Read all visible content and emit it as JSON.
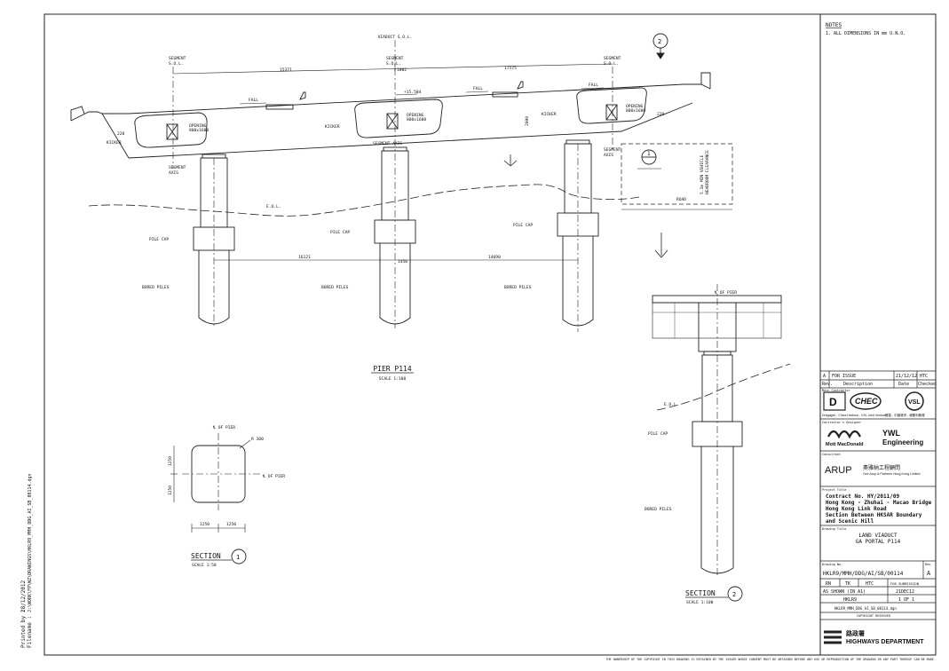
{
  "notes": {
    "title": "NOTES",
    "item1": "1. ALL DIMENSIONS IN mm U.N.O."
  },
  "main_view": {
    "viaduct_sol": "VIADUCT S.O.L.",
    "segment_sol_1": "SEGMENT",
    "segment_sol_2": "S.O.L.",
    "dim_15371": "15371",
    "dim_1802": "1802",
    "dim_17575": "17575",
    "dim_220": "220",
    "dim_2000": "2000",
    "level": "+15.584",
    "fall": "FALL",
    "kicker": "KICKER",
    "opening_1": "OPENING",
    "opening_2": "800x1600",
    "segment_axis": "SEGMENT AXIS",
    "segment_axis_1": "SEGMENT",
    "segment_axis_2": "AXIS",
    "eol": "E.O.L.",
    "pile_cap": "PILE CAP",
    "bored_piles": "BORED PILES",
    "dim_16121": "16121",
    "dim_1450": "1450",
    "dim_14690": "14690",
    "headroom_1": "5.1m MIN VEHICLE",
    "headroom_2": "HEADROOM CLEARANCE",
    "road": "ROAD",
    "section_1_marker": "1",
    "section_2_marker": "2",
    "title": "PIER P114",
    "scale": "SCALE 1:100"
  },
  "section1": {
    "cl_pier": "℄ OF PIER",
    "r300": "R 300",
    "dim_1250a": "1250",
    "dim_1250b": "1250",
    "title": "SECTION",
    "number": "1",
    "scale": "SCALE 1:50"
  },
  "section2": {
    "cl_pier": "℄ OF PIER",
    "eol": "E.O.L.",
    "pile_cap": "PILE CAP",
    "bored_piles": "BORED PILES",
    "title": "SECTION",
    "number": "2",
    "scale": "SCALE 1:100"
  },
  "printed": {
    "by": "Printed by :",
    "filename": "Filename :",
    "date": "28/12/2012",
    "path": "J:\\WORK\\FP\\WZ\\DRAWINGS\\HKLR9_MMH_DDG_AI_SB_00114.dgn"
  },
  "revision": {
    "rev": "A",
    "desc": "FOR ISSUE",
    "date": "21/12/12",
    "checked": "HTC",
    "h_rev": "Rev.",
    "h_desc": "Description",
    "h_date": "Date",
    "h_checked": "Checked"
  },
  "contractor": {
    "label": "Main Contractor",
    "names": "Dragages - China Harbour - VSL Joint Venture",
    "chinese": "寶嘉 - 中國港灣 - 威勝利聯營",
    "logo_chec": "CHEC",
    "logo_vsl": "VSL",
    "logo_d": "D"
  },
  "consultant": {
    "label": "Contractor's Designer",
    "mm": "Mott MacDonald",
    "ywl_1": "YWL",
    "ywl_2": "Engineering"
  },
  "arup": {
    "label": "Consultant",
    "name": "ARUP",
    "chinese": "奧雅納工程顧問",
    "sub": "Ove Arup & Partners Hong Kong Limited"
  },
  "project": {
    "label": "Project Title",
    "line1": "Contract No. HY/2011/09",
    "line2": "Hong Kong - Zhuhai - Macao Bridge",
    "line3": "Hong Kong Link Road",
    "line4": "Section Between HKSAR Boundary",
    "line5": "and Scenic Hill"
  },
  "drawing_title": {
    "label": "Drawing Title",
    "line1": "LAND VIADUCT",
    "line2": "GA PORTAL P114"
  },
  "drawing_no": {
    "label": "Drawing No.",
    "value": "HKLR9/MMH/DDG/AI/SB/00114",
    "rev_label": "Rev.",
    "rev": "A"
  },
  "signoff": {
    "drawn": "RN",
    "checked": "TK",
    "approved": "HTC",
    "status": "FOR SUBMISSION",
    "scale": "AS SHOWN (IN A1)",
    "date": "21DEC12",
    "project_code": "HKLR9",
    "sheet": "1 OF 1",
    "file": "HKLR9_MMH_DDG_AI_SB_00114.dgn",
    "copyright": "COPYRIGHT RESERVED"
  },
  "highways": {
    "chinese": "路政署",
    "name": "HIGHWAYS DEPARTMENT"
  },
  "footer": "THE OWNERSHIP OF THE COPYRIGHT IN THIS DRAWING IS RETAINED BY THE ISSUER WHOSE CONSENT MUST BE OBTAINED BEFORE ANY USE OR REPRODUCTION OF THE DRAWING OR ANY PART THEREOF CAN BE MADE.",
  "colors": {
    "line": "#222222",
    "paper": "#ffffff"
  }
}
